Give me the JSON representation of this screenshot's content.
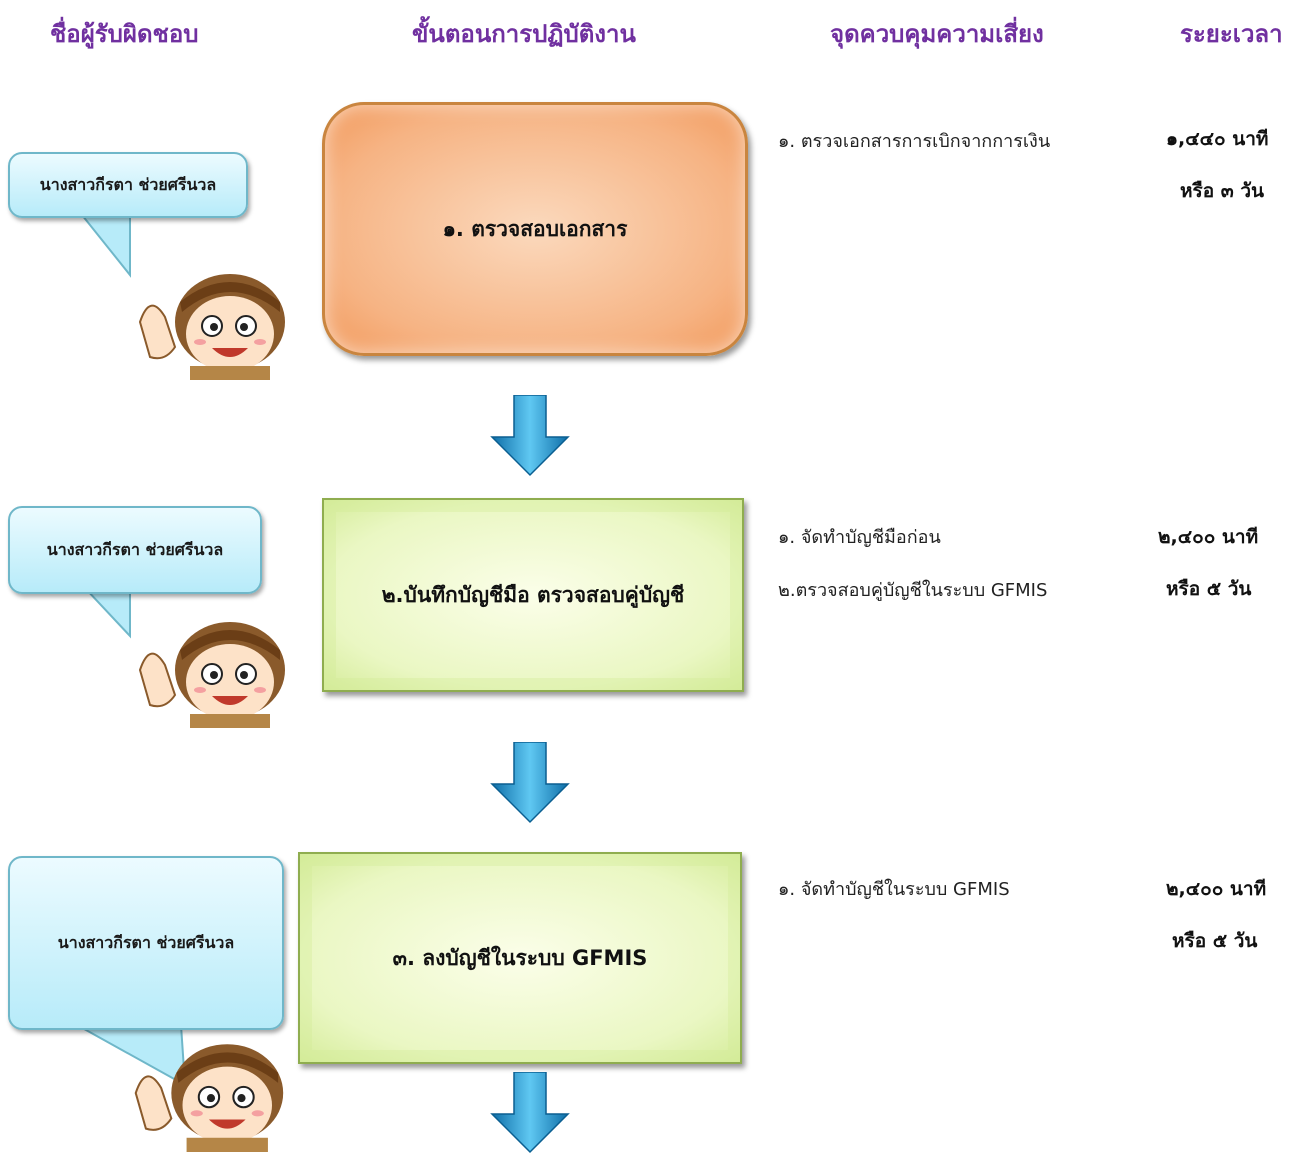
{
  "headers": {
    "responsible": "ชื่อผู้รับผิดชอบ",
    "steps": "ขั้นตอนการปฏิบัติงาน",
    "risk": "จุดควบคุมความเสี่ยง",
    "time": "ระยะเวลา"
  },
  "rows": [
    {
      "person": "นางสาวกีรตา ช่วยศรีนวล",
      "step": "๑. ตรวจสอบเอกสาร",
      "risks": [
        "๑. ตรวจเอกสารการเบิกจากการเงิน"
      ],
      "time": [
        "๑,๔๔๐ นาที",
        "หรือ ๓ วัน"
      ]
    },
    {
      "person": "นางสาวกีรตา ช่วยศรีนวล",
      "step": "๒.บันทึกบัญชีมือ ตรวจสอบคู่บัญชี",
      "risks": [
        "๑. จัดทำบัญชีมือก่อน",
        "๒.ตรวจสอบคู่บัญชีในระบบ GFMIS"
      ],
      "time": [
        "๒,๔๐๐ นาที",
        "หรือ ๕  วัน"
      ]
    },
    {
      "person": "นางสาวกีรตา ช่วยศรีนวล",
      "step": "๓. ลงบัญชีในระบบ GFMIS",
      "risks": [
        "๑. จัดทำบัญชีในระบบ GFMIS"
      ],
      "time": [
        "๒,๔๐๐ นาที",
        "หรือ ๕ วัน"
      ]
    }
  ],
  "colors": {
    "header": "#7030a0",
    "arrow": "#1e9ad6",
    "bubble": "#b7ebf9",
    "step1": "#f6b383",
    "step_green": "#eaf7c3"
  }
}
